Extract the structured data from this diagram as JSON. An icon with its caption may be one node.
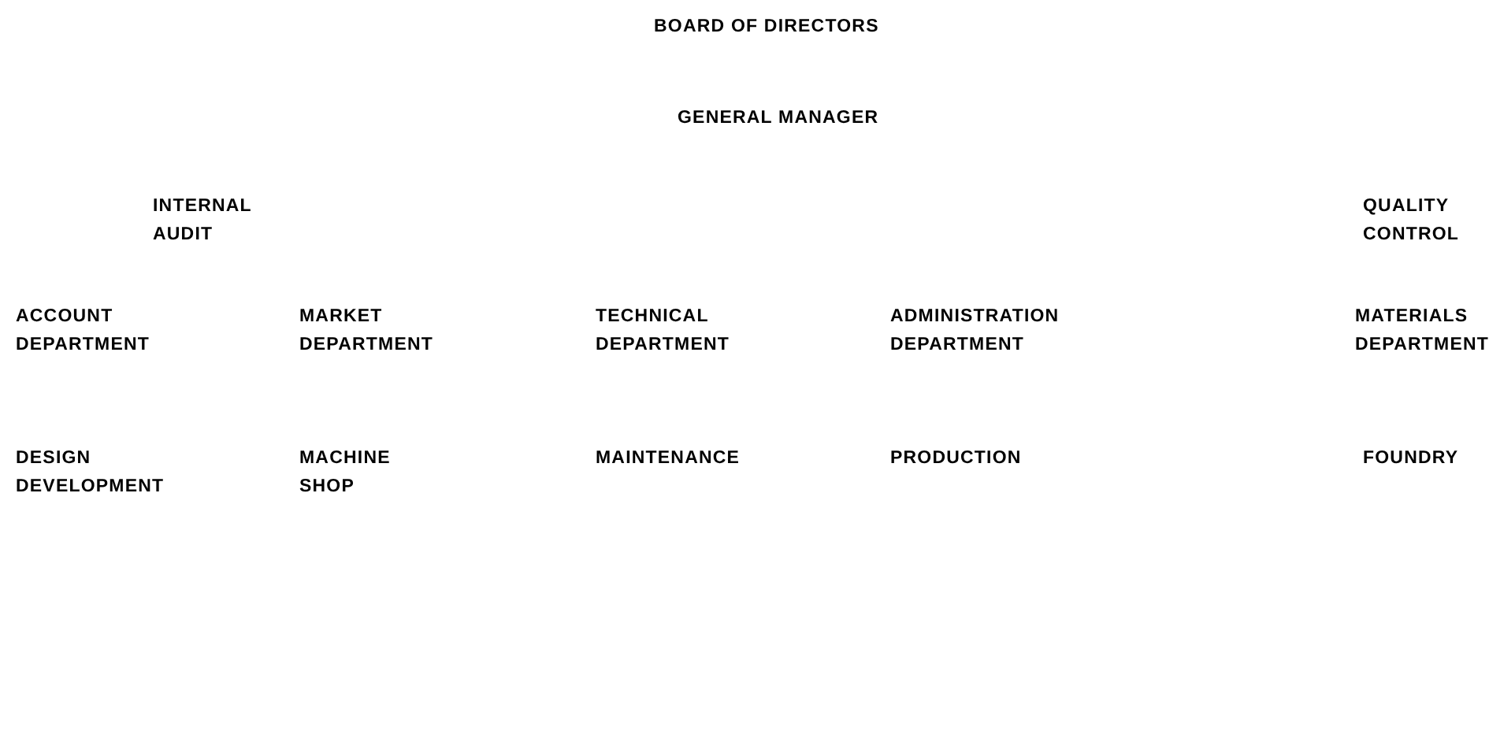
{
  "diagram": {
    "labels": [
      "BOARD OF DIRECTORS",
      "GENERAL MANAGER",
      "INTERNAL AUDIT",
      "QUALITY CONTROL",
      "ACCOUNT DEPARTMENT",
      "MARKET DEPARTMENT",
      "TECHNICAL DEPARTMENT",
      "ADMINISTRATION DEPARTMENT",
      "MATERIALS DEPARTMENT",
      "DESIGN DEVELOPMENT",
      "MACHINE SHOP",
      "MAINTENANCE",
      "PRODUCTION",
      "FOUNDRY"
    ]
  }
}
